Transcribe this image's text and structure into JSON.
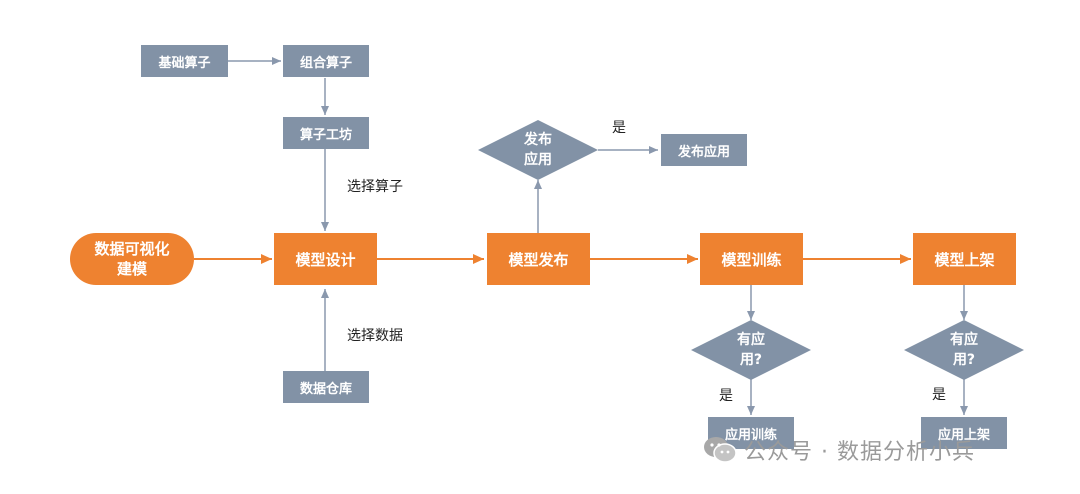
{
  "nodes": {
    "basic_operator": "基础算子",
    "combined_operator": "组合算子",
    "operator_workshop": "算子工坊",
    "visual_modeling": "数据可视化建模",
    "model_design": "模型设计",
    "data_warehouse": "数据仓库",
    "model_publish": "模型发布",
    "publish_decision": "发布\n应用",
    "publish_app": "发布应用",
    "model_training": "模型训练",
    "training_decision": "有应\n用?",
    "app_training": "应用训练",
    "model_listing": "模型上架",
    "listing_decision": "有应\n用?",
    "app_listing": "应用上架"
  },
  "edge_labels": {
    "select_operator": "选择算子",
    "select_data": "选择数据",
    "yes_publish": "是",
    "yes_training": "是",
    "yes_listing": "是"
  },
  "watermark": {
    "text": "公众号 · 数据分析小兵",
    "icon": "wechat-icon"
  },
  "colors": {
    "gray_box": "#8292a6",
    "orange_box": "#ee8230",
    "gray_line": "#8a98ad",
    "orange_line": "#ee8230"
  }
}
